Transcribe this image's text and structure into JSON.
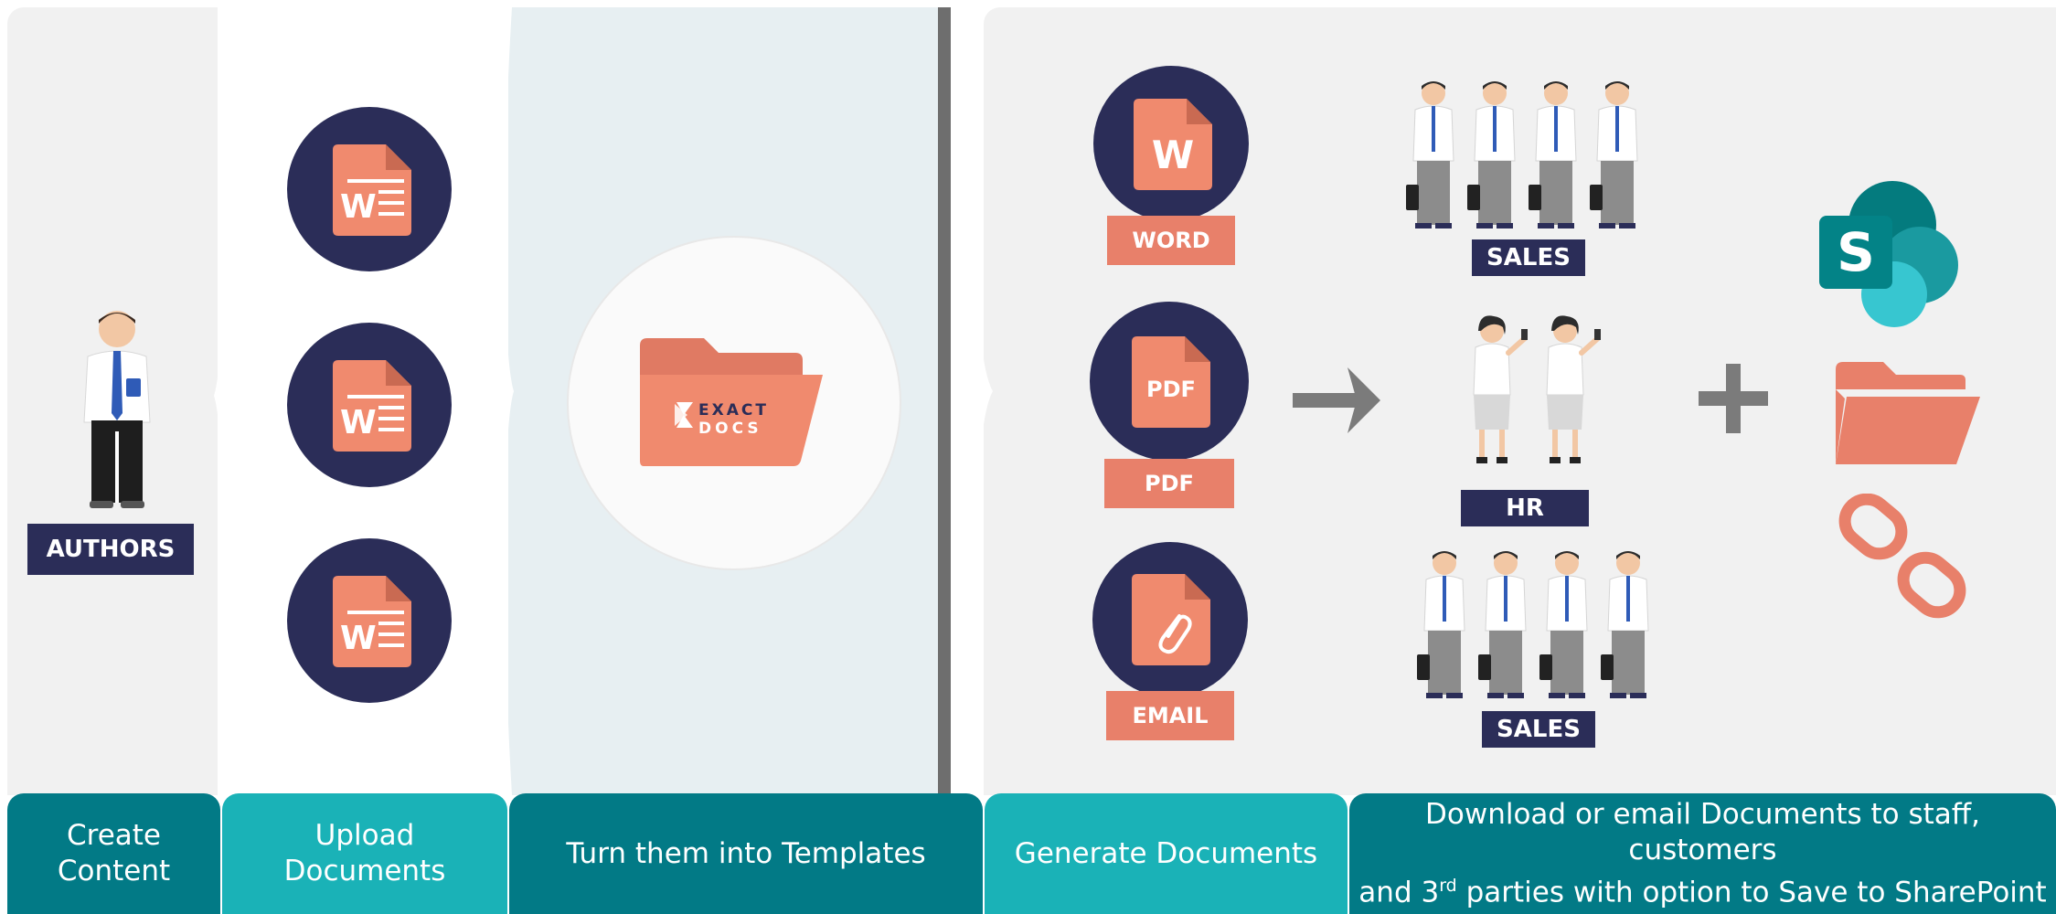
{
  "authors": {
    "label": "AUTHORS"
  },
  "template_logo": {
    "brand_line1": "EXACT",
    "brand_line2": "DOCS"
  },
  "formats": [
    {
      "id": "word",
      "glyph": "W",
      "label": "WORD"
    },
    {
      "id": "pdf",
      "glyph": "PDF",
      "label": "PDF"
    },
    {
      "id": "email",
      "glyph": "",
      "label": "EMAIL"
    }
  ],
  "groups": [
    {
      "id": "sales-top",
      "label": "SALES"
    },
    {
      "id": "hr",
      "label": "HR"
    },
    {
      "id": "sales-bottom",
      "label": "SALES"
    }
  ],
  "plus_sign": "+",
  "sharepoint_icon": {
    "letter": "S"
  },
  "steps": [
    {
      "line1": "Create",
      "line2": "Content"
    },
    {
      "line1": "Upload",
      "line2": "Documents"
    },
    {
      "line1": "Turn them into Templates"
    },
    {
      "line1": "Generate Documents"
    },
    {
      "line1a": "Download or email Documents to staff, customers",
      "line2a": "and 3",
      "sup": "rd",
      "line2b": " parties with option to Save to SharePoint"
    }
  ],
  "colors": {
    "navy": "#2b2d58",
    "salmon": "#e8806a",
    "teal_dark": "#027a86",
    "teal_light": "#1ab2b7",
    "grey_bg": "#f1f1f1",
    "light_blue_bg": "#e7eff2"
  }
}
